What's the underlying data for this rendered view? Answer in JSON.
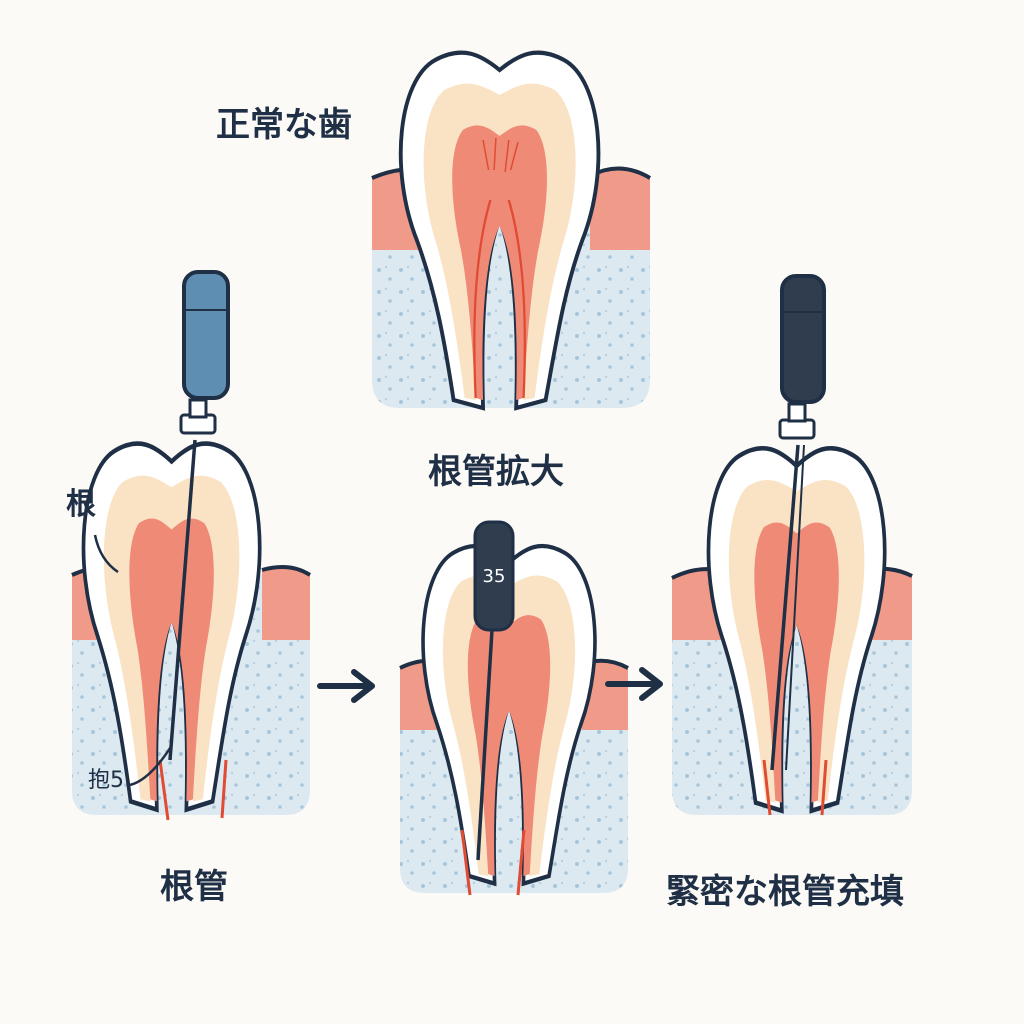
{
  "labels": {
    "normal_tooth": "正常な歯",
    "canal_enlargement": "根管拡大",
    "root_canal": "根管",
    "tight_filling": "緊密な根管充填",
    "root_callout": "根",
    "file_callout": "抱5"
  },
  "instrument": {
    "file_size_mark": "35"
  },
  "colors": {
    "outline": "#1f2f45",
    "enamel": "#ffffff",
    "dentin": "#f9e3c4",
    "pulp": "#ef8a76",
    "nerve": "#e14a33",
    "gum": "#f09a8a",
    "bone": "#dde9f1",
    "bone_dots": "#a8c6da",
    "file_handle_blue": "#5e8fb3",
    "file_handle_dark": "#2f3d4f"
  },
  "icons": [
    "arrow-right-icon",
    "endodontic-file-icon"
  ]
}
